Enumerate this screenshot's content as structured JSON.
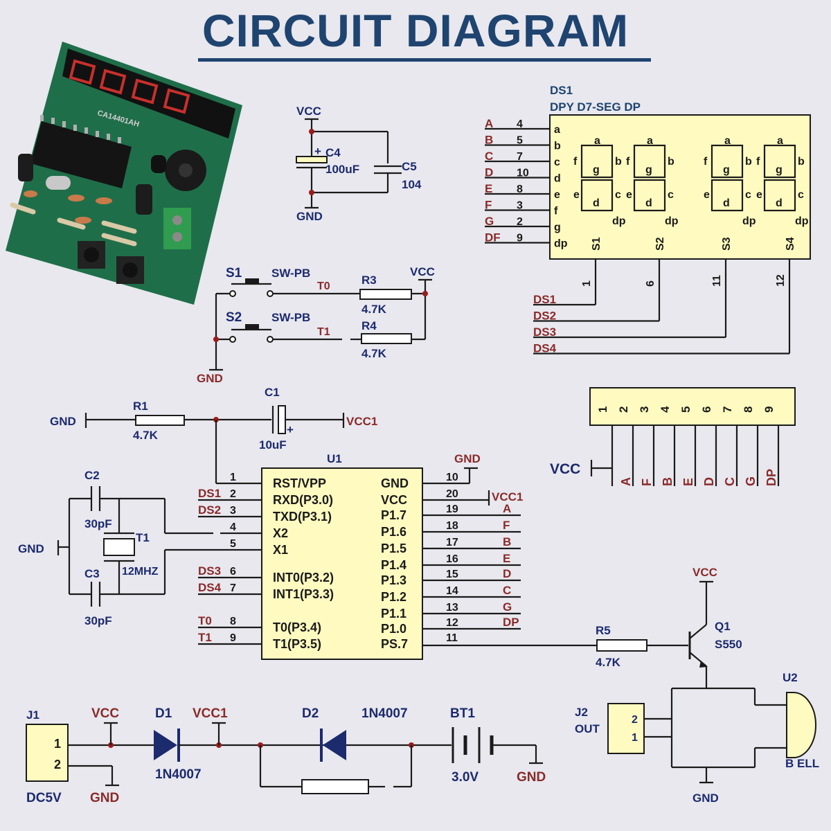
{
  "title": "CIRCUIT DIAGRAM",
  "labels": {
    "vcc": "VCC",
    "vcc1": "VCC1",
    "gnd": "GND",
    "c4": "C4",
    "c4_val": "100uF",
    "c5": "C5",
    "c5_val": "104",
    "s1": "S1",
    "s2": "S2",
    "sw_type": "SW-PB",
    "t0": "T0",
    "t1": "T1",
    "r3": "R3",
    "r4": "R4",
    "r1": "R1",
    "r5": "R5",
    "res_val": "4.7K",
    "c1": "C1",
    "c1_val": "10uF",
    "c2": "C2",
    "c3": "C3",
    "cap_30pf": "30pF",
    "xtal": "T1",
    "xtal_val": "12MHZ",
    "u1": "U1",
    "q1": "Q1",
    "q1_val": "S550",
    "u2": "U2",
    "bell": "B ELL",
    "j1": "J1",
    "dc5v": "DC5V",
    "j2": "J2",
    "out": "OUT",
    "d1": "D1",
    "d2": "D2",
    "diode_val": "1N4007",
    "bt1": "BT1",
    "bt1_val": "3.0V",
    "ds1_name": "DS1",
    "ds1_type": "DPY D7-SEG DP",
    "plus": "+",
    "pcb_marking": "CA14401AH"
  },
  "u1_left_pins": [
    {
      "num": "1",
      "name": "RST/VPP",
      "net": ""
    },
    {
      "num": "2",
      "name": "RXD(P3.0)",
      "net": "DS1"
    },
    {
      "num": "3",
      "name": "TXD(P3.1)",
      "net": "DS2"
    },
    {
      "num": "4",
      "name": "X2",
      "net": ""
    },
    {
      "num": "5",
      "name": "X1",
      "net": ""
    },
    {
      "num": "6",
      "name": "INT0(P3.2)",
      "net": "DS3"
    },
    {
      "num": "7",
      "name": "INT1(P3.3)",
      "net": "DS4"
    },
    {
      "num": "8",
      "name": "T0(P3.4)",
      "net": "T0"
    },
    {
      "num": "9",
      "name": "T1(P3.5)",
      "net": "T1"
    }
  ],
  "u1_right_pins": [
    {
      "num": "10",
      "name": "GND",
      "net": "GND"
    },
    {
      "num": "20",
      "name": "VCC",
      "net": "VCC1"
    },
    {
      "num": "19",
      "name": "P1.7",
      "net": "A"
    },
    {
      "num": "18",
      "name": "P1.6",
      "net": "F"
    },
    {
      "num": "17",
      "name": "P1.5",
      "net": "B"
    },
    {
      "num": "16",
      "name": "P1.4",
      "net": "E"
    },
    {
      "num": "15",
      "name": "P1.3",
      "net": "D"
    },
    {
      "num": "14",
      "name": "P1.2",
      "net": "C"
    },
    {
      "num": "13",
      "name": "P1.1",
      "net": "G"
    },
    {
      "num": "12",
      "name": "P1.0",
      "net": "DP"
    },
    {
      "num": "11",
      "name": "PS.7",
      "net": ""
    }
  ],
  "ds1_inputs": [
    {
      "net": "A",
      "num": "4",
      "pin": "a"
    },
    {
      "net": "B",
      "num": "5",
      "pin": "b"
    },
    {
      "net": "C",
      "num": "7",
      "pin": "c"
    },
    {
      "net": "D",
      "num": "10",
      "pin": "d"
    },
    {
      "net": "E",
      "num": "8",
      "pin": "e"
    },
    {
      "net": "F",
      "num": "3",
      "pin": "f"
    },
    {
      "net": "G",
      "num": "2",
      "pin": "g"
    },
    {
      "net": "DF",
      "num": "9",
      "pin": "dp"
    }
  ],
  "ds1_digits": [
    {
      "sel": "S1",
      "num": "1",
      "net": "DS1"
    },
    {
      "sel": "S2",
      "num": "6",
      "net": "DS2"
    },
    {
      "sel": "S3",
      "num": "11",
      "net": "DS3"
    },
    {
      "sel": "S4",
      "num": "12",
      "net": "DS4"
    }
  ],
  "seg": {
    "a": "a",
    "b": "b",
    "c": "c",
    "d": "d",
    "e": "e",
    "f": "f",
    "g": "g",
    "dp": "dp"
  },
  "header": {
    "pins": [
      "1",
      "2",
      "3",
      "4",
      "5",
      "6",
      "7",
      "8",
      "9"
    ],
    "nets": [
      "A",
      "F",
      "B",
      "E",
      "D",
      "C",
      "G",
      "DP"
    ],
    "vcc": "VCC"
  },
  "j1_pins": [
    "1",
    "2"
  ],
  "j2_pins": [
    "2",
    "1"
  ]
}
